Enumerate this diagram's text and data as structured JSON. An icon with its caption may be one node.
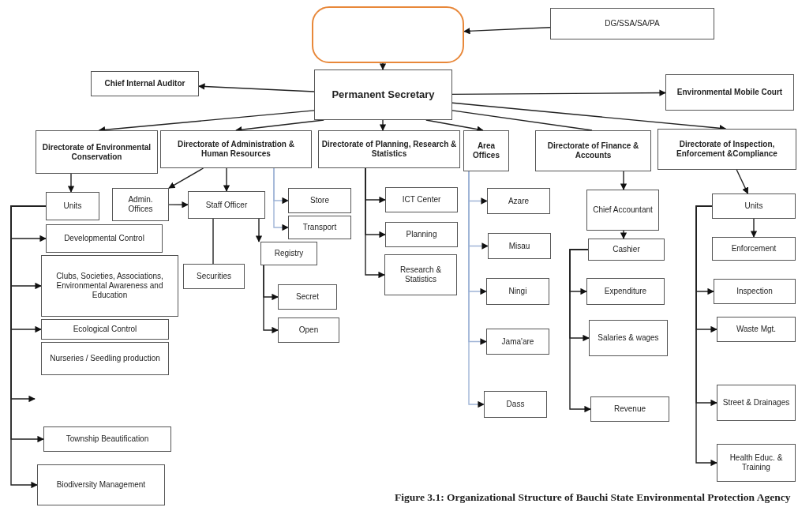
{
  "diagram": {
    "caption": "Figure 3.1: Organizational Structure of Bauchi State Environmental Protection Agency",
    "nodes": [
      {
        "text": [],
        "shape": "box"
      },
      {
        "text": [
          "DG/SSA/SA/PA"
        ]
      },
      {
        "text": [
          "Permanent Secretary"
        ]
      },
      {
        "text": [
          "Chief Internal Auditor"
        ]
      },
      {
        "text": [
          "Environmental Mobile Court"
        ]
      },
      {
        "text": [
          "Directorate of Environmental Conservation"
        ]
      },
      {
        "text": [
          "Directorate of Administration & Human Resources"
        ]
      },
      {
        "text": [
          "Directorate of Planning, Research & Statistics"
        ]
      },
      {
        "text": [
          "Area Offices"
        ]
      },
      {
        "text": [
          "Directorate of Finance & Accounts"
        ]
      },
      {
        "text": [
          "Directorate of Inspection, Enforcement &Compliance"
        ]
      },
      {
        "text": [
          "Units"
        ]
      },
      {
        "text": [
          "Developmental Control"
        ]
      },
      {
        "text": [
          "Clubs, Societies, Associations, Environmental Awareness and Education"
        ]
      },
      {
        "text": [
          "Ecological Control"
        ]
      },
      {
        "text": [
          "Nurseries / Seedling production"
        ]
      },
      {
        "text": [
          "Township Beautification"
        ]
      },
      {
        "text": [
          "Biodiversity Management"
        ]
      },
      {
        "text": [
          "Admin. Offices"
        ]
      },
      {
        "text": [
          "Staff Officer"
        ]
      },
      {
        "text": [
          "Store"
        ]
      },
      {
        "text": [
          "Transport"
        ]
      },
      {
        "text": [
          "Registry"
        ]
      },
      {
        "text": [
          "Securities"
        ]
      },
      {
        "text": [
          "Secret"
        ]
      },
      {
        "text": [
          "Open"
        ]
      },
      {
        "text": [
          "ICT Center"
        ]
      },
      {
        "text": [
          "Planning"
        ]
      },
      {
        "text": [
          "Research & Statistics"
        ]
      },
      {
        "text": [
          "Azare"
        ]
      },
      {
        "text": [
          "Misau"
        ]
      },
      {
        "text": [
          "Ningi"
        ]
      },
      {
        "text": [
          "Jama'are"
        ]
      },
      {
        "text": [
          "Dass"
        ]
      },
      {
        "text": [
          "Chief Accountant"
        ]
      },
      {
        "text": [
          "Cashier"
        ]
      },
      {
        "text": [
          "Expenditure"
        ]
      },
      {
        "text": [
          "Salaries & wages"
        ]
      },
      {
        "text": [
          "Revenue"
        ]
      },
      {
        "text": [
          "Units"
        ]
      },
      {
        "text": [
          "Enforcement"
        ]
      },
      {
        "text": [
          "Inspection"
        ]
      },
      {
        "text": [
          "Waste Mgt."
        ]
      },
      {
        "text": [
          "Street & Drainages"
        ]
      },
      {
        "text": [
          "Health Educ. & Training"
        ]
      }
    ],
    "edges": [
      {
        "from": 1,
        "to": 0,
        "arrow": "to"
      },
      {
        "from": 0,
        "to": 2,
        "arrow": "to"
      },
      {
        "from": 2,
        "to": 3,
        "arrow": "to"
      },
      {
        "from": 2,
        "to": 4,
        "arrow": "to"
      },
      {
        "from": 2,
        "to": 5,
        "arrow": "to"
      },
      {
        "from": 2,
        "to": 6,
        "arrow": "to"
      },
      {
        "from": 2,
        "to": 7,
        "arrow": "to"
      },
      {
        "from": 2,
        "to": 8,
        "arrow": "to"
      },
      {
        "from": 2,
        "to": 9,
        "arrow": "none"
      },
      {
        "from": 2,
        "to": 10,
        "arrow": "to"
      },
      {
        "from": 5,
        "to": 11,
        "arrow": "to"
      },
      {
        "from": 11,
        "to": 12,
        "arrow": "to"
      },
      {
        "from": 11,
        "to": 13,
        "arrow": "to"
      },
      {
        "from": 11,
        "to": 14,
        "arrow": "to"
      },
      {
        "from": 11,
        "to": null,
        "arrow": "to"
      },
      {
        "from": 11,
        "to": 16,
        "arrow": "to"
      },
      {
        "from": 11,
        "to": 17,
        "arrow": "to"
      },
      {
        "from": 6,
        "to": 18,
        "arrow": "to"
      },
      {
        "from": 6,
        "to": 19,
        "arrow": "to"
      },
      {
        "from": 18,
        "to": 19,
        "arrow": "to"
      },
      {
        "from": 6,
        "to": 20,
        "arrow": "to",
        "color": "#9fb4d6"
      },
      {
        "from": 6,
        "to": 21,
        "arrow": "to",
        "color": "#9fb4d6"
      },
      {
        "from": 19,
        "to": 22,
        "arrow": "to"
      },
      {
        "from": 19,
        "to": 23,
        "arrow": "none"
      },
      {
        "from": 22,
        "to": 24,
        "arrow": "to"
      },
      {
        "from": 22,
        "to": 25,
        "arrow": "to"
      },
      {
        "from": 7,
        "to": 26,
        "arrow": "to"
      },
      {
        "from": 7,
        "to": 27,
        "arrow": "to"
      },
      {
        "from": 7,
        "to": 28,
        "arrow": "to"
      },
      {
        "from": 8,
        "to": 29,
        "arrow": "to",
        "color": "#9fb4d6"
      },
      {
        "from": 8,
        "to": 30,
        "arrow": "to",
        "color": "#9fb4d6"
      },
      {
        "from": 8,
        "to": 31,
        "arrow": "to",
        "color": "#9fb4d6"
      },
      {
        "from": 8,
        "to": 32,
        "arrow": "to",
        "color": "#9fb4d6"
      },
      {
        "from": 8,
        "to": 33,
        "arrow": "to",
        "color": "#9fb4d6"
      },
      {
        "from": 9,
        "to": 34,
        "arrow": "to"
      },
      {
        "from": 34,
        "to": 35,
        "arrow": "to"
      },
      {
        "from": 35,
        "to": 36,
        "arrow": "to"
      },
      {
        "from": 35,
        "to": 37,
        "arrow": "to"
      },
      {
        "from": 35,
        "to": 38,
        "arrow": "to"
      },
      {
        "from": 10,
        "to": 39,
        "arrow": "to"
      },
      {
        "from": 39,
        "to": 40,
        "arrow": "to"
      },
      {
        "from": 39,
        "to": 41,
        "arrow": "to"
      },
      {
        "from": 39,
        "to": 42,
        "arrow": "to"
      },
      {
        "from": 39,
        "to": 43,
        "arrow": "to"
      },
      {
        "from": 39,
        "to": 44,
        "arrow": "to"
      }
    ]
  }
}
